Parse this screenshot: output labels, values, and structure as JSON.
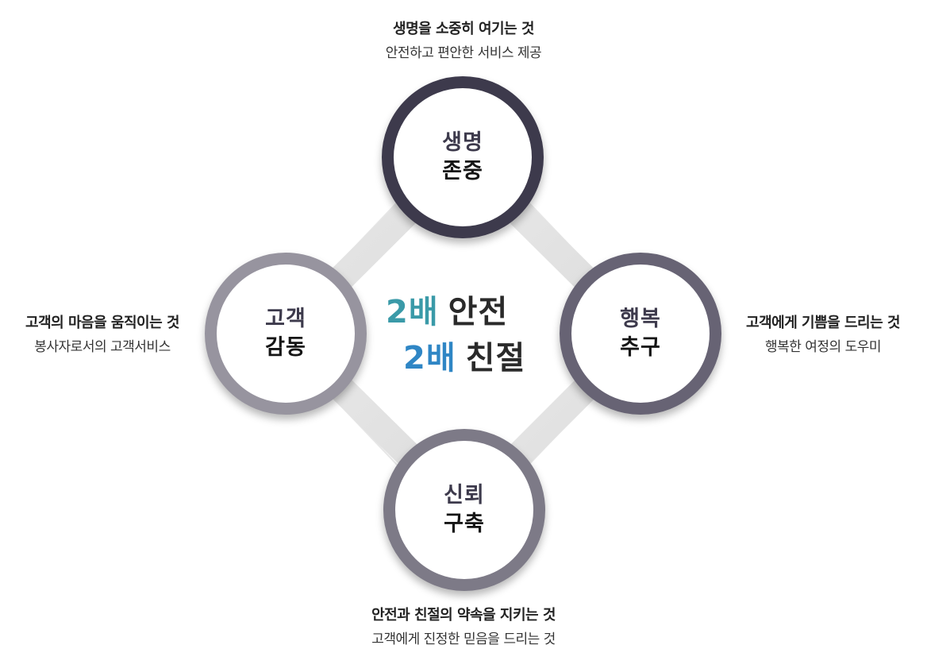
{
  "center": {
    "line1": {
      "number": "2배",
      "word": "안전"
    },
    "line2": {
      "number": "2배",
      "word": "친절"
    }
  },
  "nodes": {
    "top": {
      "line1": "생명",
      "line2": "존중"
    },
    "left": {
      "line1": "고객",
      "line2": "감동"
    },
    "right": {
      "line1": "행복",
      "line2": "추구"
    },
    "bottom": {
      "line1": "신뢰",
      "line2": "구축"
    }
  },
  "captions": {
    "top": {
      "title": "생명을 소중히 여기는 것",
      "subtitle": "안전하고 편안한 서비스 제공"
    },
    "left": {
      "title": "고객의 마음을 움직이는 것",
      "subtitle": "봉사자로서의 고객서비스"
    },
    "right": {
      "title": "고객에게 기쁨을 드리는 것",
      "subtitle": "행복한 여정의 도우미"
    },
    "bottom": {
      "title": "안전과 친절의 약속을 지키는 것",
      "subtitle": "고객에게 진정한 믿음을 드리는 것"
    }
  },
  "colors": {
    "number_line1": "#3a9aa8",
    "number_line2": "#2f86c5",
    "ring_top": "#3d3a4c",
    "ring_left": "#97949f",
    "ring_right": "#676374",
    "ring_bottom": "#7d7a87",
    "connector": "#e3e3e3"
  }
}
